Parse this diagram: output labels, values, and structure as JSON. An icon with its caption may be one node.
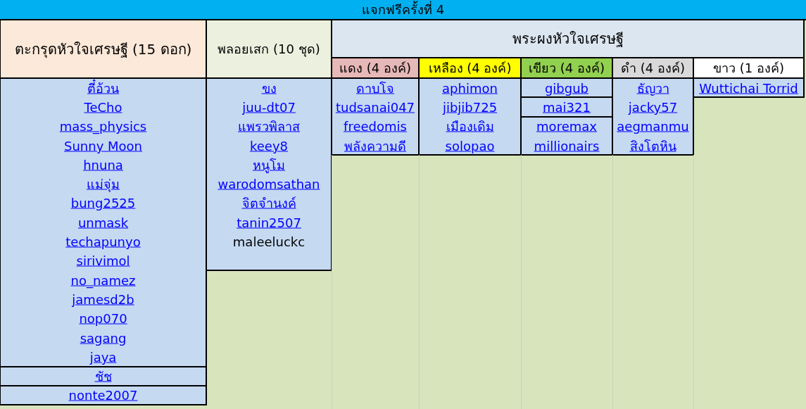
{
  "diagram": {
    "title": "แจกฟรีครั้งที่ 4",
    "labels": [
      "ตะกรุดหัวใจเศรษฐี (15 ดอก)",
      "พลอยเสก (10 ชุด)",
      "พระผงหัวใจเศรษฐี",
      "แดง (4 องค์)",
      "เหลือง (4 องค์)",
      "เขียว (4 องค์)",
      "ดำ (4 องค์)",
      "ขาว (1 องค์)",
      "ตี๋อ้วน",
      "ขง",
      "ดาบโจ",
      "aphimon",
      "gibgub",
      "ธัญวา",
      "Wuttichai Torrid",
      "TeCho",
      "juu-dt07",
      "tudsanai047",
      "jibjib725",
      "mai321",
      "jacky57",
      "mass_physics",
      "แพรวพิลาส",
      "freedomis",
      "เมืองเดิม",
      "moremax",
      "aegmanmu",
      "Sunny Moon",
      "keey8",
      "พลังความดี",
      "solopao",
      "millionairs",
      "สิงโตหิน",
      "hnuna",
      "หนูโม",
      "แม่จุ่ม",
      "warodomsathan",
      "bung2525",
      "จิตจำนงค์",
      "unmask",
      "tanin2507",
      "techapunyo",
      "maleeluckc",
      "sirivimol",
      "no_namez",
      "jamesd2b",
      "nop070",
      "sagang",
      "jaya",
      "ชัช",
      "nonte2007"
    ]
  }
}
